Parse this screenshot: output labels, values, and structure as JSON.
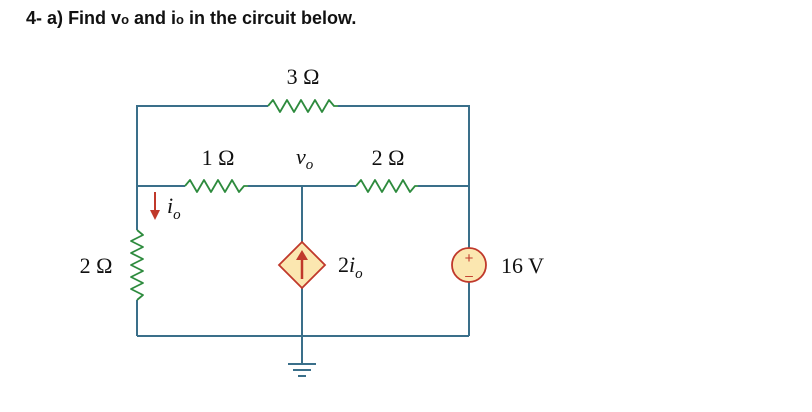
{
  "question": {
    "number": "4-",
    "part": "a)",
    "text_pre": "Find v",
    "sub1": "o",
    "text_mid": " and i",
    "sub2": "o",
    "text_post": " in the circuit below."
  },
  "circuit": {
    "top_resistor_label": "3 Ω",
    "left_mid_resistor_label": "1 Ω",
    "right_mid_resistor_label": "2 Ω",
    "left_vertical_resistor_label": "2 Ω",
    "node_voltage_label": "v",
    "node_voltage_sub": "o",
    "current_label": "i",
    "current_sub": "o",
    "dependent_source_coeff": "2",
    "dependent_source_var": "i",
    "dependent_source_sub": "o",
    "voltage_source_label": "16 V",
    "voltage_source_plus": "+",
    "voltage_source_minus": "–"
  },
  "colors": {
    "wire": "#3a6f8a",
    "resistor": "#2e8b3e",
    "dependent_source_fill": "#fbe7b0",
    "source_arrow": "#c0392b",
    "voltage_source_stroke": "#c0392b",
    "text": "#111111"
  }
}
